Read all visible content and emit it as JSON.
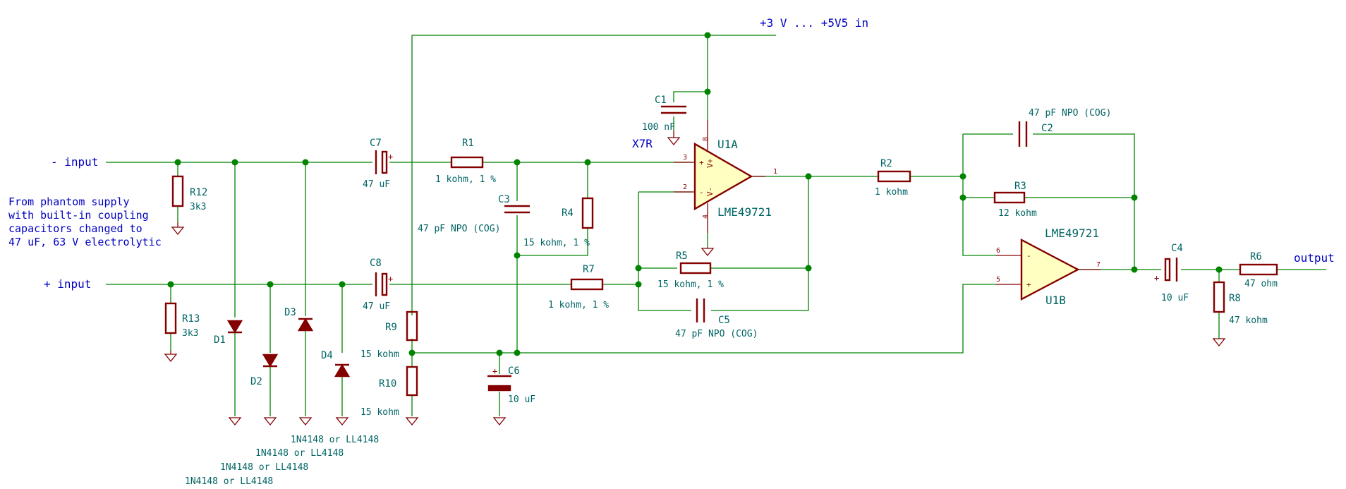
{
  "nets": {
    "supply": "+3 V ... +5V5 in",
    "minus_input": "- input",
    "plus_input": "+ input",
    "output": "output"
  },
  "note": [
    "From phantom supply",
    "with built-in coupling",
    "capacitors changed to",
    "47 uF, 63 V electrolytic"
  ],
  "components": {
    "R1": {
      "ref": "R1",
      "value": "1 kohm, 1 %"
    },
    "R2": {
      "ref": "R2",
      "value": "1 kohm"
    },
    "R3": {
      "ref": "R3",
      "value": "12 kohm"
    },
    "R4": {
      "ref": "R4",
      "value": "15 kohm, 1 %"
    },
    "R5": {
      "ref": "R5",
      "value": "15 kohm, 1 %"
    },
    "R6": {
      "ref": "R6",
      "value": "47 ohm"
    },
    "R7": {
      "ref": "R7",
      "value": "1 kohm, 1 %"
    },
    "R8": {
      "ref": "R8",
      "value": "47 kohm"
    },
    "R9": {
      "ref": "R9",
      "value": "15 kohm"
    },
    "R10": {
      "ref": "R10",
      "value": "15 kohm"
    },
    "R12": {
      "ref": "R12",
      "value": "3k3"
    },
    "R13": {
      "ref": "R13",
      "value": "3k3"
    },
    "C1": {
      "ref": "C1",
      "value": "100 nF",
      "value2": "X7R"
    },
    "C2": {
      "ref": "C2",
      "value": "47 pF NPO (COG)"
    },
    "C3": {
      "ref": "C3",
      "value": "47 pF NPO (COG)"
    },
    "C4": {
      "ref": "C4",
      "value": "10 uF"
    },
    "C5": {
      "ref": "C5",
      "value": "47 pF NPO (COG)"
    },
    "C6": {
      "ref": "C6",
      "value": "10 uF"
    },
    "C7": {
      "ref": "C7",
      "value": "47 uF"
    },
    "C8": {
      "ref": "C8",
      "value": "47 uF"
    },
    "D1": {
      "ref": "D1"
    },
    "D2": {
      "ref": "D2"
    },
    "D3": {
      "ref": "D3"
    },
    "D4": {
      "ref": "D4"
    },
    "U1A": {
      "ref": "U1A",
      "value": "LME49721"
    },
    "U1B": {
      "ref": "U1B",
      "value": "LME49721"
    }
  },
  "diode_values": [
    "1N4148 or LL4148",
    "1N4148 or LL4148",
    "1N4148 or LL4148",
    "1N4148 or LL4148"
  ],
  "pins": {
    "p1": "1",
    "p2": "2",
    "p3": "3",
    "p4": "4",
    "p5": "5",
    "p6": "6",
    "p7": "7",
    "p8": "8"
  },
  "pin_symbols": {
    "plus": "+",
    "minus": "-",
    "vplus": "V+",
    "vminus": "V-"
  },
  "colors": {
    "wire": "#008400",
    "component": "#840000",
    "ref_text": "#006464",
    "net_text": "#0000c2",
    "opamp_fill": "#ffffc2"
  }
}
